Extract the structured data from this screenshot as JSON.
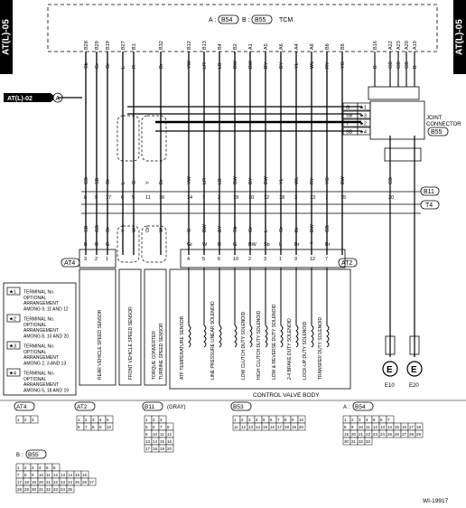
{
  "side_tabs": {
    "left": "AT(L)-05",
    "right": "AT(L)-05"
  },
  "header": {
    "conn_a_prefix": "A :",
    "conn_a": "B54",
    "conn_b_prefix": "B :",
    "conn_b": "B55",
    "module": "TCM"
  },
  "ref_arrow": {
    "label": "AT(L)-02",
    "letter": "A"
  },
  "tcm_pins": [
    {
      "pin": "B28",
      "color": "Sb"
    },
    {
      "pin": "B29",
      "color": "Gr"
    },
    {
      "pin": "B19",
      "color": "Or"
    },
    {
      "pin": "B27",
      "color": "L"
    },
    {
      "pin": "B1",
      "color": "R"
    },
    {
      "pin": "B32",
      "color": "Br"
    },
    {
      "pin": "B12",
      "color": "YW"
    },
    {
      "pin": "B13",
      "color": "LR"
    },
    {
      "pin": "B4",
      "color": "LB"
    },
    {
      "pin": "B2",
      "color": "BW"
    },
    {
      "pin": "A1",
      "color": "BW"
    },
    {
      "pin": "A5",
      "color": "BY"
    },
    {
      "pin": "A6",
      "color": "BY"
    },
    {
      "pin": "A4",
      "color": "YL"
    },
    {
      "pin": "A8",
      "color": "WL"
    },
    {
      "pin": "B8",
      "color": "RY"
    },
    {
      "pin": "B8",
      "color": "YG"
    },
    {
      "pin": "B16",
      "color": "B"
    },
    {
      "pin": "A22",
      "color": "GB"
    },
    {
      "pin": "A23",
      "color": "GB"
    },
    {
      "pin": "A20",
      "color": "GB"
    },
    {
      "pin": "A19",
      "color": "B"
    }
  ],
  "joint_connector": {
    "title_1": "JOINT",
    "title_2": "CONNECTOR",
    "id": "B55",
    "rows": [
      {
        "color": "G",
        "mark": "★1"
      },
      {
        "color": "SB",
        "mark": "★3"
      },
      {
        "color": "Y",
        "mark": "★2"
      },
      {
        "color": "SB",
        "mark": "★4"
      }
    ]
  },
  "wire_colors_mid": [
    "GB",
    "SB",
    "Or",
    "L",
    "G",
    "Y",
    "Br",
    "YW",
    "LR",
    "LB",
    "BW",
    "BY",
    "BW",
    "YL",
    "WL",
    "RY",
    "YG",
    "BW",
    "GB"
  ],
  "wire_colors_low": [
    "SB",
    "GB",
    "Or",
    "Y",
    "W",
    "Or",
    "W",
    "G",
    "BW",
    "BY",
    "Sb",
    "Gr",
    "L",
    "Gr",
    "Br",
    "BW",
    "GB"
  ],
  "connector_b11": {
    "id": "B11",
    "pins": [
      "8",
      "9",
      "17",
      "6",
      "5",
      "11",
      "16",
      "14",
      "1",
      "2",
      "19",
      "10",
      "12",
      "18",
      "3",
      "13",
      "7",
      "15",
      "20"
    ]
  },
  "connector_t4": {
    "id": "T4"
  },
  "connector_at4": {
    "id": "AT4",
    "pins": [
      "3",
      "2",
      "1"
    ],
    "colors": [
      "B",
      "R",
      "G"
    ]
  },
  "connector_at2": {
    "id": "AT2",
    "pins": [
      "4",
      "5",
      "6",
      "10",
      "2",
      "3",
      "1",
      "9",
      "12",
      "7"
    ],
    "colors": [
      "Gr",
      "W",
      "R",
      "G",
      "BW",
      "Sb",
      "L",
      "Br",
      "Y",
      "Br"
    ]
  },
  "components": [
    "REAR VEHICLE SPEED SENSOR",
    "FRONT VEHICLE SPEED SENSOR",
    "TORQUE CONVERTER TURBINE SPEED SENSOR",
    "ATF TEMPERATURE SENSOR",
    "LINE PRESSURE LINEAR SOLENOID",
    "LOW CLUTCH DUTY SOLENOID",
    "HIGH CLUTCH DUTY SOLENOID",
    "LOW & REVERSE DUTY SOLENOID",
    "2-4 BRAKE DUTY SOLENOID",
    "LOCK-UP DUTY SOLENOID",
    "TRANSFER DUTY SOLENOID"
  ],
  "control_valve_body": "CONTROL VALVE BODY",
  "ground_labels": [
    "E10",
    "E20"
  ],
  "legend": [
    {
      "mark": "★1",
      "lines": [
        "TERMINAL No.",
        "OPTIONAL",
        "ARRANGEMENT",
        "AMONG 9, 11 AND 12"
      ]
    },
    {
      "mark": "★2",
      "lines": [
        "TERMINAL No.",
        "OPTIONAL",
        "ARRANGEMENT",
        "AMONG 8, 10 AND 20"
      ]
    },
    {
      "mark": "★3",
      "lines": [
        "TERMINAL No.",
        "OPTIONAL",
        "ARRANGEMENT",
        "AMONG 2, 3 AND 13"
      ]
    },
    {
      "mark": "★4",
      "lines": [
        "TERMINAL No.",
        "OPTIONAL",
        "ARRANGEMENT",
        "AMONG 5, 18 AND 19"
      ]
    }
  ],
  "connector_views": [
    {
      "id": "AT4",
      "suffix": "",
      "rows": [
        [
          "1",
          "2",
          "3"
        ]
      ]
    },
    {
      "id": "AT2",
      "suffix": "",
      "rows": [
        [
          "1",
          "2",
          "3",
          "4",
          "5"
        ],
        [
          "6",
          "7",
          "8",
          "9",
          "10"
        ]
      ]
    },
    {
      "id": "B11",
      "suffix": "(GRAY)",
      "rows": [
        [
          "1",
          "2",
          "3"
        ],
        [
          "5",
          "6",
          "7",
          "8"
        ],
        [
          "9",
          "10",
          "11",
          "12"
        ],
        [
          "13",
          "14",
          "15",
          "16"
        ],
        [
          "17",
          "18",
          "19",
          "20"
        ]
      ]
    },
    {
      "id": "B53",
      "suffix": "",
      "rows": [
        [
          "1",
          "2",
          "3",
          "4",
          "5",
          "6",
          "7",
          "8",
          "9",
          "10"
        ],
        [
          "11",
          "12",
          "13",
          "14",
          "15",
          "16",
          "17",
          "18",
          "19",
          "20"
        ]
      ]
    },
    {
      "id": "B54",
      "prefix": "A :",
      "suffix": "",
      "rows": [
        [
          "1",
          "2",
          "3",
          "4",
          "5",
          "6",
          "7"
        ],
        [
          "8",
          "9",
          "10",
          "11",
          "12",
          "13",
          "14",
          "15",
          "16",
          "17",
          "18"
        ],
        [
          "19",
          "20",
          "21",
          "22",
          "23",
          "24",
          "25",
          "26",
          "27",
          "28",
          "29"
        ],
        [
          "30",
          "31",
          "32",
          "33"
        ]
      ]
    },
    {
      "id": "B55",
      "prefix": "B :",
      "suffix": "",
      "rows": [
        [
          "1",
          "2",
          "3",
          "4",
          "5",
          "6"
        ],
        [
          "7",
          "8",
          "9",
          "10",
          "11",
          "12",
          "13",
          "14",
          "15",
          "16"
        ],
        [
          "17",
          "18",
          "19",
          "20",
          "21",
          "22",
          "23",
          "24",
          "25",
          "26",
          "27"
        ],
        [
          "28",
          "29",
          "30",
          "31",
          "32",
          "33",
          "34",
          "35"
        ]
      ]
    }
  ],
  "figure_id": "WI-19917"
}
